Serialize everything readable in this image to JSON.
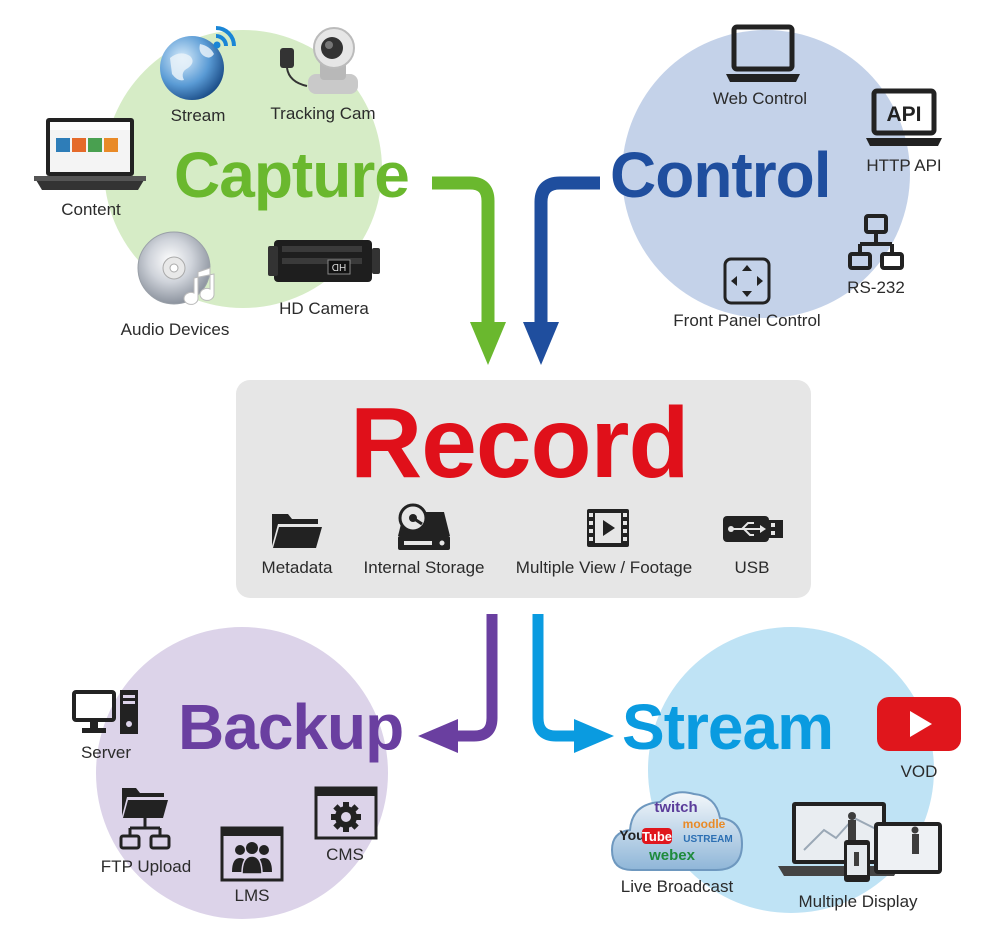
{
  "colors": {
    "capture": "#6ab82e",
    "control": "#1f4e9e",
    "record": "#e0101a",
    "backup": "#6a3fa0",
    "stream": "#0a9be0",
    "capture_bg": "#d6ecc6",
    "control_bg": "#c4d2e9",
    "backup_bg": "#dcd3e9",
    "stream_bg": "#bfe3f5",
    "record_bg": "#e6e6e6"
  },
  "capture": {
    "title": "Capture",
    "items": [
      {
        "label": "Stream",
        "icon": "globe-wifi-icon"
      },
      {
        "label": "Tracking Cam",
        "icon": "ptz-camera-icon"
      },
      {
        "label": "Content",
        "icon": "laptop-content-icon"
      },
      {
        "label": "Audio Devices",
        "icon": "cd-music-icon"
      },
      {
        "label": "HD Camera",
        "icon": "hd-camera-icon"
      }
    ]
  },
  "control": {
    "title": "Control",
    "items": [
      {
        "label": "Web Control",
        "icon": "laptop-icon"
      },
      {
        "label": "HTTP API",
        "icon": "api-laptop-icon",
        "badge": "API"
      },
      {
        "label": "RS-232",
        "icon": "network-icon"
      },
      {
        "label": "Front Panel Control",
        "icon": "dpad-icon"
      }
    ]
  },
  "record": {
    "title": "Record",
    "items": [
      {
        "label": "Metadata",
        "icon": "folder-icon"
      },
      {
        "label": "Internal Storage",
        "icon": "hard-drive-icon"
      },
      {
        "label": "Multiple View / Footage",
        "icon": "film-play-icon"
      },
      {
        "label": "USB",
        "icon": "usb-icon"
      }
    ]
  },
  "backup": {
    "title": "Backup",
    "items": [
      {
        "label": "Server",
        "icon": "server-icon"
      },
      {
        "label": "FTP Upload",
        "icon": "folder-network-icon"
      },
      {
        "label": "LMS",
        "icon": "users-window-icon"
      },
      {
        "label": "CMS",
        "icon": "gear-window-icon"
      }
    ]
  },
  "stream": {
    "title": "Stream",
    "items": [
      {
        "label": "VOD",
        "icon": "play-button-icon"
      },
      {
        "label": "Live Broadcast",
        "icon": "cloud-services-icon",
        "logos": [
          "twitch",
          "moodle",
          "You",
          "Tube",
          "USTREAM",
          "webex"
        ]
      },
      {
        "label": "Multiple Display",
        "icon": "multi-device-icon"
      }
    ]
  }
}
